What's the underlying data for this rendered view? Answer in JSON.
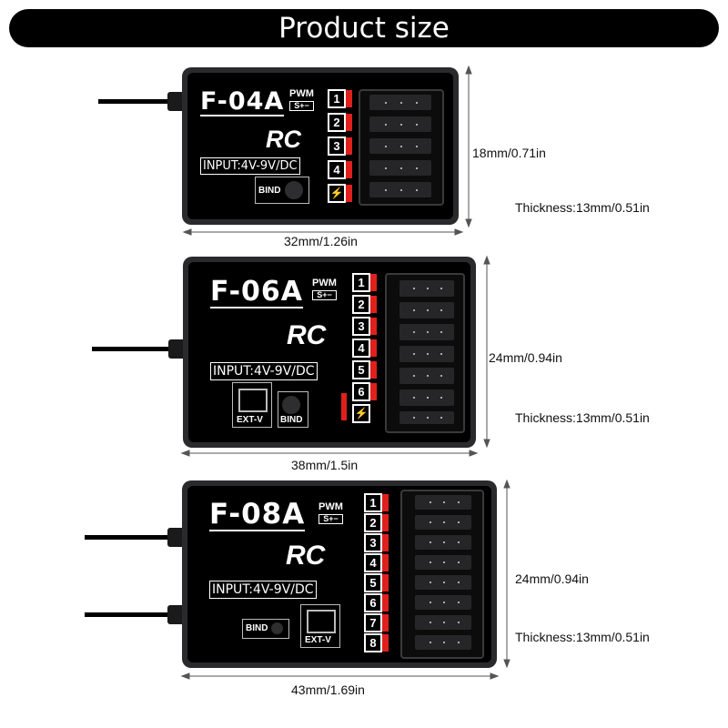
{
  "banner": {
    "title": "Product size"
  },
  "receivers": [
    {
      "model": "F-04A",
      "pwm_label": "PWM",
      "signal_label": "S+−",
      "rc_label": "RC",
      "input_label": "INPUT:4V-9V/DC",
      "channels": [
        "1",
        "2",
        "3",
        "4"
      ],
      "bind_label": "BIND",
      "width_dim": "32mm/1.26in",
      "height_dim": "18mm/0.71in",
      "thickness_dim": "Thickness:13mm/0.51in"
    },
    {
      "model": "F-06A",
      "pwm_label": "PWM",
      "signal_label": "S+−",
      "rc_label": "RC",
      "input_label": "INPUT:4V-9V/DC",
      "channels": [
        "1",
        "2",
        "3",
        "4",
        "5",
        "6"
      ],
      "bind_label": "BIND",
      "extv_label": "EXT-V",
      "width_dim": "38mm/1.5in",
      "height_dim": "24mm/0.94in",
      "thickness_dim": "Thickness:13mm/0.51in"
    },
    {
      "model": "F-08A",
      "pwm_label": "PWM",
      "signal_label": "S+−",
      "rc_label": "RC",
      "input_label": "INPUT:4V-9V/DC",
      "channels": [
        "1",
        "2",
        "3",
        "4",
        "5",
        "6",
        "7",
        "8"
      ],
      "bind_label": "BIND",
      "extv_label": "EXT-V",
      "width_dim": "43mm/1.69in",
      "height_dim": "24mm/0.94in",
      "thickness_dim": "Thickness:13mm/0.51in"
    }
  ],
  "colors": {
    "accent_red": "#e0201c",
    "case": "#2a2a2c",
    "face": "#000000"
  }
}
